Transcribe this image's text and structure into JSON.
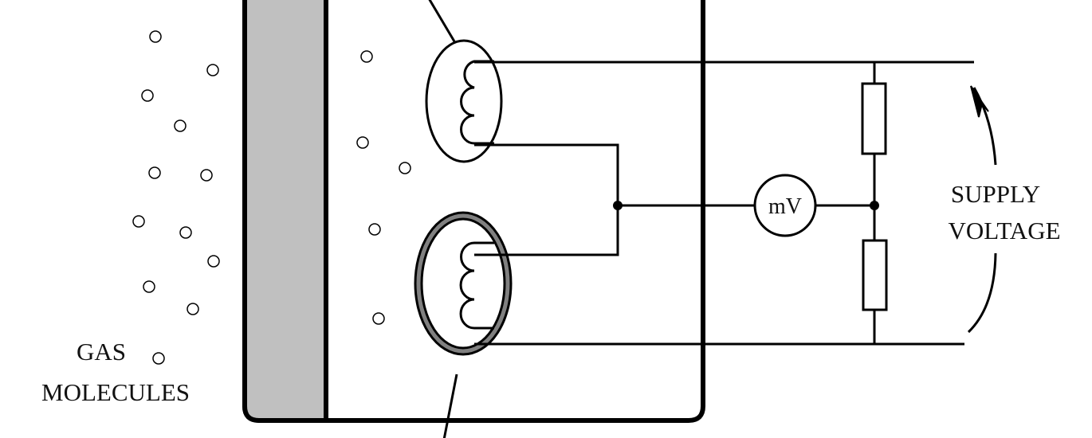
{
  "labels": {
    "gas_line1": "GAS",
    "gas_line2": "MOLECULES",
    "meter": "mV",
    "supply_line1": "SUPPLY",
    "supply_line2": "VOLTAGE"
  },
  "colors": {
    "wall_fill": "#c0c0c0",
    "coated_ring": "#808080",
    "line": "#000000"
  }
}
